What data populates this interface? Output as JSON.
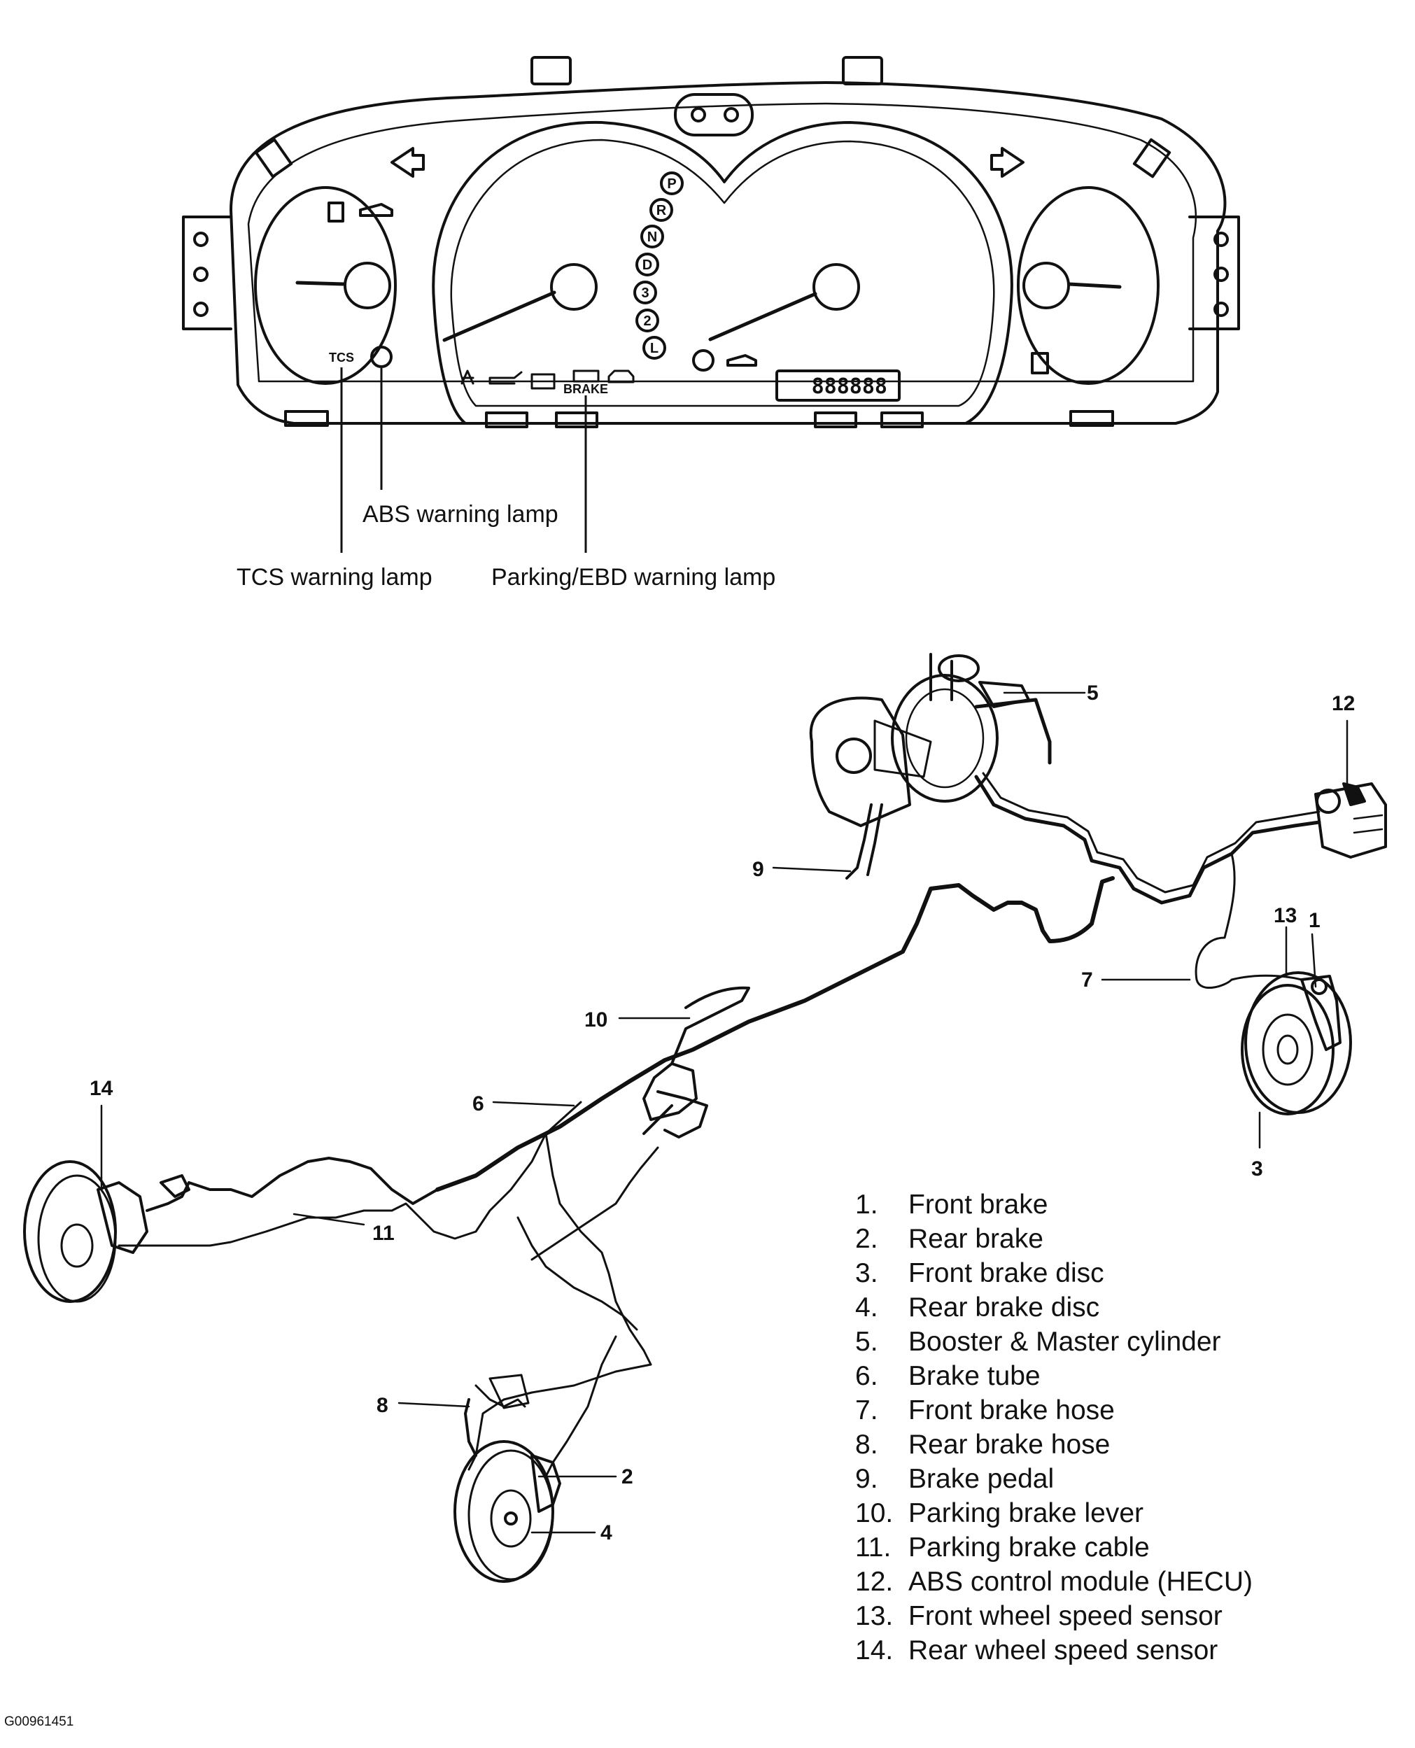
{
  "cluster": {
    "gear_indicators": [
      "P",
      "R",
      "N",
      "D",
      "3",
      "2",
      "L"
    ],
    "tcs_indicator_text": "TCS",
    "brake_indicator_text": "BRAKE",
    "odometer_readout": "888888"
  },
  "callouts": {
    "abs_lamp": "ABS warning lamp",
    "tcs_lamp": "TCS warning lamp",
    "parking_ebd_lamp": "Parking/EBD warning lamp"
  },
  "part_labels": [
    "1",
    "2",
    "3",
    "4",
    "5",
    "6",
    "7",
    "8",
    "9",
    "10",
    "11",
    "12",
    "13",
    "14"
  ],
  "legend": [
    {
      "num": "1.",
      "text": "Front brake"
    },
    {
      "num": "2.",
      "text": "Rear brake"
    },
    {
      "num": "3.",
      "text": "Front brake disc"
    },
    {
      "num": "4.",
      "text": "Rear brake disc"
    },
    {
      "num": "5.",
      "text": "Booster & Master cylinder"
    },
    {
      "num": "6.",
      "text": "Brake tube"
    },
    {
      "num": "7.",
      "text": "Front brake hose"
    },
    {
      "num": "8.",
      "text": "Rear brake hose"
    },
    {
      "num": "9.",
      "text": "Brake pedal"
    },
    {
      "num": "10.",
      "text": "Parking brake lever"
    },
    {
      "num": "11.",
      "text": "Parking brake cable"
    },
    {
      "num": "12.",
      "text": "ABS control module (HECU)"
    },
    {
      "num": "13.",
      "text": "Front wheel speed sensor"
    },
    {
      "num": "14.",
      "text": "Rear wheel speed sensor"
    }
  ],
  "figure_id": "G00961451"
}
